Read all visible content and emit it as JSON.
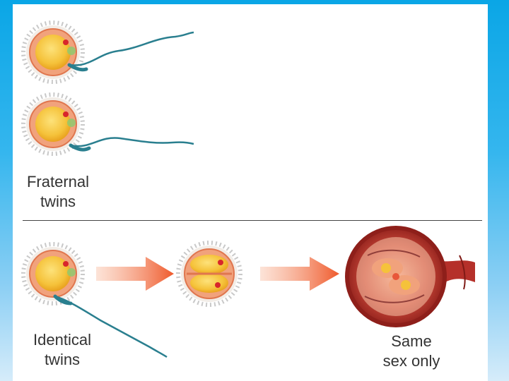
{
  "labels": {
    "fraternal": [
      "Fraternal",
      "twins"
    ],
    "identical": [
      "Identical",
      "twins"
    ],
    "same_sex": [
      "Same",
      "sex only"
    ]
  },
  "colors": {
    "background_top": "#0aa6e6",
    "background_bottom": "#d6ecfa",
    "panel": "#ffffff",
    "yolk": "#f5c23a",
    "membrane": "#e8805a",
    "sperm": "#2a7f8f",
    "arrow": "#ef6a3c",
    "uterus": "#b5302a"
  },
  "icons": [
    "egg-icon",
    "sperm-icon",
    "arrow-icon",
    "uterus-icon"
  ]
}
